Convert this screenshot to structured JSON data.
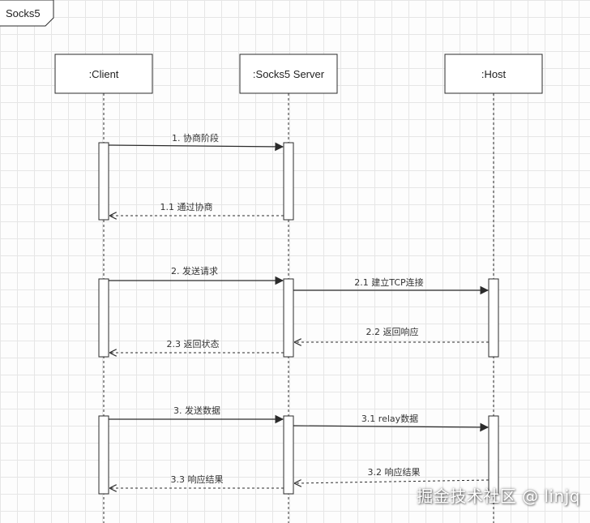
{
  "frame": {
    "title": "Socks5"
  },
  "lifelines": [
    {
      "id": "client",
      "label": ":Client"
    },
    {
      "id": "server",
      "label": ":Socks5 Server"
    },
    {
      "id": "host",
      "label": ":Host"
    }
  ],
  "messages": [
    {
      "label": "1. 协商阶段",
      "from": "client",
      "to": "server",
      "kind": "call"
    },
    {
      "label": "1.1 通过协商",
      "from": "server",
      "to": "client",
      "kind": "return"
    },
    {
      "label": "2. 发送请求",
      "from": "client",
      "to": "server",
      "kind": "call"
    },
    {
      "label": "2.1 建立TCP连接",
      "from": "server",
      "to": "host",
      "kind": "call"
    },
    {
      "label": "2.2 返回响应",
      "from": "host",
      "to": "server",
      "kind": "return"
    },
    {
      "label": "2.3 返回状态",
      "from": "server",
      "to": "client",
      "kind": "return"
    },
    {
      "label": "3. 发送数据",
      "from": "client",
      "to": "server",
      "kind": "call"
    },
    {
      "label": "3.1 relay数据",
      "from": "server",
      "to": "host",
      "kind": "call"
    },
    {
      "label": "3.2 响应结果",
      "from": "host",
      "to": "server",
      "kind": "return"
    },
    {
      "label": "3.3 响应结果",
      "from": "server",
      "to": "client",
      "kind": "return"
    }
  ],
  "watermark": "掘金技术社区 @ linjq",
  "colors": {
    "line": "#2b2b2b",
    "grid": "#e6e6e6",
    "background": "#fdfdfd"
  }
}
